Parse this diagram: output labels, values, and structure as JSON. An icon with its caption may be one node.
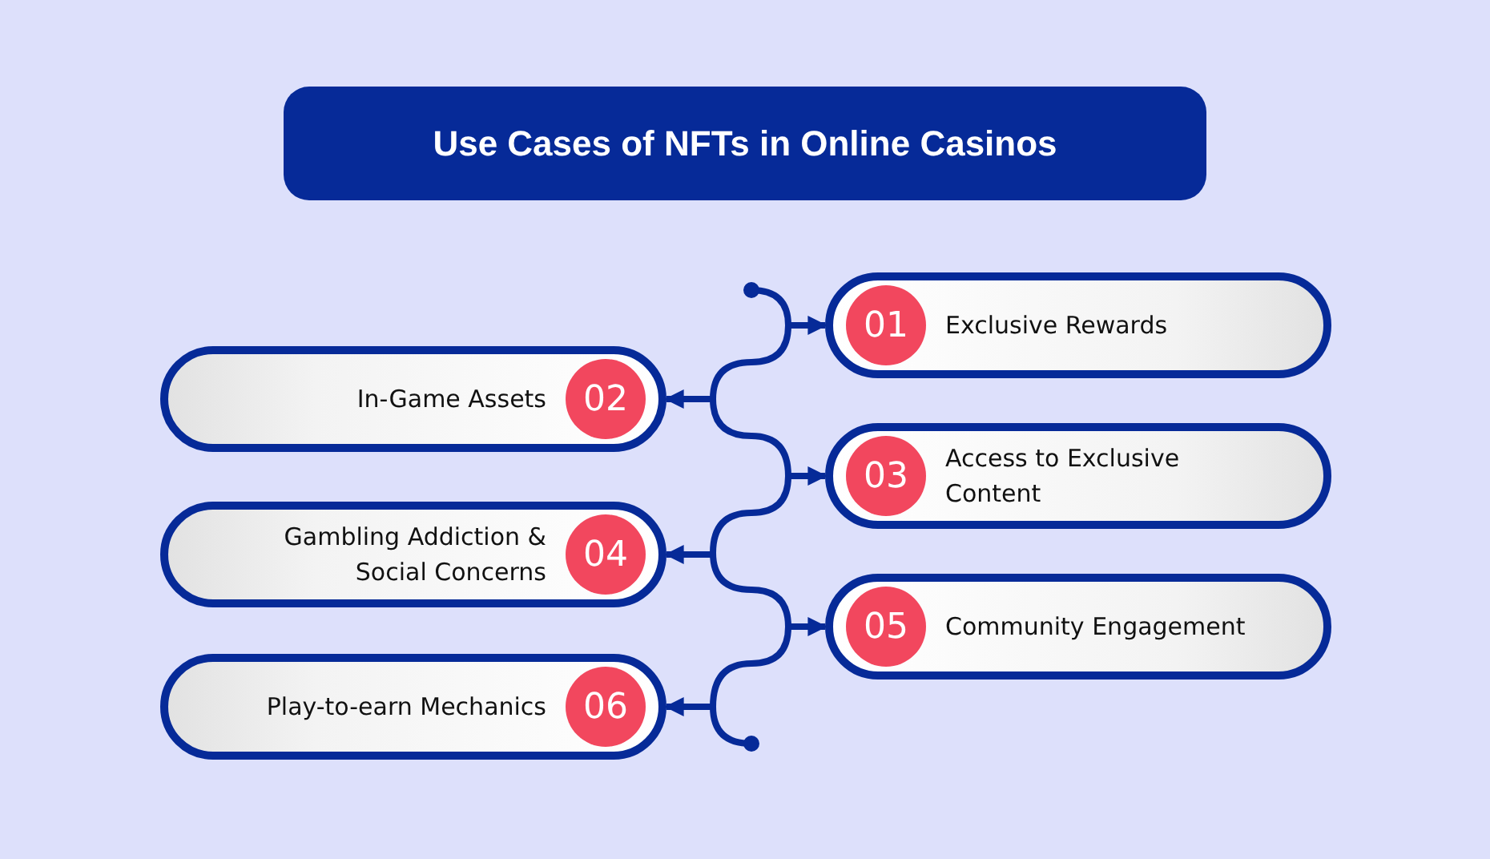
{
  "diagram": {
    "title": "Use Cases of NFTs in Online Casinos",
    "nodes": [
      {
        "text": [
          "01",
          "Exclusive Rewards"
        ]
      },
      {
        "text": [
          "In-Game Assets",
          "02"
        ]
      },
      {
        "text": [
          "03",
          "Access to Exclusive Content"
        ]
      },
      {
        "text": [
          "Gambling Addiction & Social Concerns",
          "04"
        ]
      },
      {
        "text": [
          "05",
          "Community Engagement"
        ]
      },
      {
        "text": [
          "Play-to-earn Mechanics",
          "06"
        ]
      }
    ],
    "edges": [
      {
        "from": null,
        "to": 0,
        "arrow": "to"
      },
      {
        "from": null,
        "to": 1,
        "arrow": "to"
      },
      {
        "from": null,
        "to": 2,
        "arrow": "to"
      },
      {
        "from": null,
        "to": 3,
        "arrow": "to"
      },
      {
        "from": null,
        "to": 4,
        "arrow": "to"
      },
      {
        "from": null,
        "to": 5,
        "arrow": "to"
      }
    ]
  }
}
